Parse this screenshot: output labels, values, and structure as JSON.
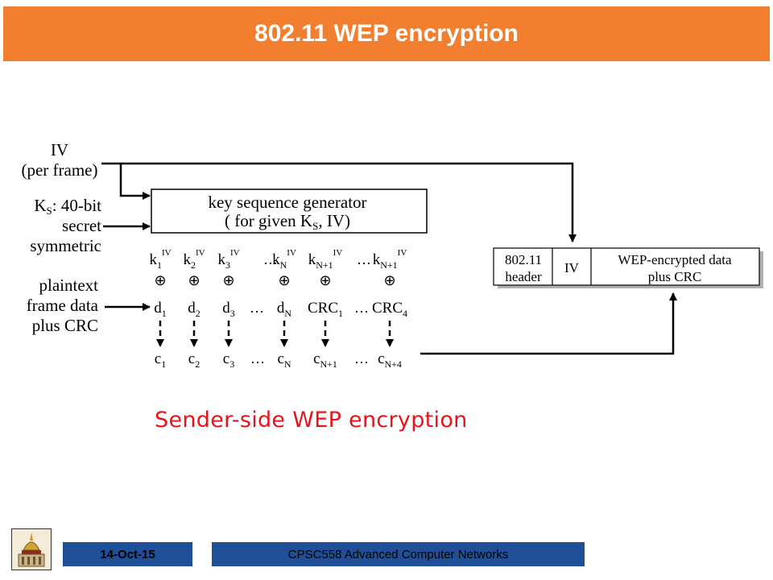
{
  "title": "802.11 WEP encryption",
  "inputs": {
    "iv_line1": "IV",
    "iv_line2": "(per frame)",
    "ks_line1_k": "K",
    "ks_line1_sub": "S",
    "ks_line1_rest": ": 40-bit",
    "ks_line2": "secret",
    "ks_line3": "symmetric",
    "plain_line1": "plaintext",
    "plain_line2": "frame data",
    "plain_line3": "plus CRC"
  },
  "generator": {
    "line1": "key sequence generator",
    "line2_a": "( for given K",
    "line2_sub": "S",
    "line2_b": ", IV)"
  },
  "key_row": [
    {
      "base": "k",
      "sub": "1",
      "sup": "IV"
    },
    {
      "base": "k",
      "sub": "2",
      "sup": "IV"
    },
    {
      "base": "k",
      "sub": "3",
      "sup": "IV"
    },
    {
      "base": "k",
      "sub": "N",
      "sup": "IV"
    },
    {
      "base": "k",
      "sub": "N+1",
      "sup": "IV"
    },
    {
      "base": "k",
      "sub": "N+1",
      "sup": "IV"
    }
  ],
  "data_row": [
    {
      "base": "d",
      "sub": "1"
    },
    {
      "base": "d",
      "sub": "2"
    },
    {
      "base": "d",
      "sub": "3"
    },
    {
      "base": "d",
      "sub": "N"
    },
    {
      "base": "CRC",
      "sub": "1"
    },
    {
      "base": "CRC",
      "sub": "4"
    }
  ],
  "cipher_row": [
    {
      "base": "c",
      "sub": "1"
    },
    {
      "base": "c",
      "sub": "2"
    },
    {
      "base": "c",
      "sub": "3"
    },
    {
      "base": "c",
      "sub": "N"
    },
    {
      "base": "c",
      "sub": "N+1"
    },
    {
      "base": "c",
      "sub": "N+4"
    }
  ],
  "ellipsis": "…",
  "xor_symbol": "⊕",
  "frame": {
    "header_line1": "802.11",
    "header_line2": "header",
    "iv": "IV",
    "data_line1": "WEP-encrypted data",
    "data_line2": "plus CRC"
  },
  "caption": "Sender-side WEP encryption",
  "footer": {
    "date": "14-Oct-15",
    "course": "CPSC558 Advanced Computer Networks"
  },
  "colors": {
    "title_bg": "#f27f2f",
    "footer_bg": "#1f4f96",
    "caption": "#e8141c"
  }
}
